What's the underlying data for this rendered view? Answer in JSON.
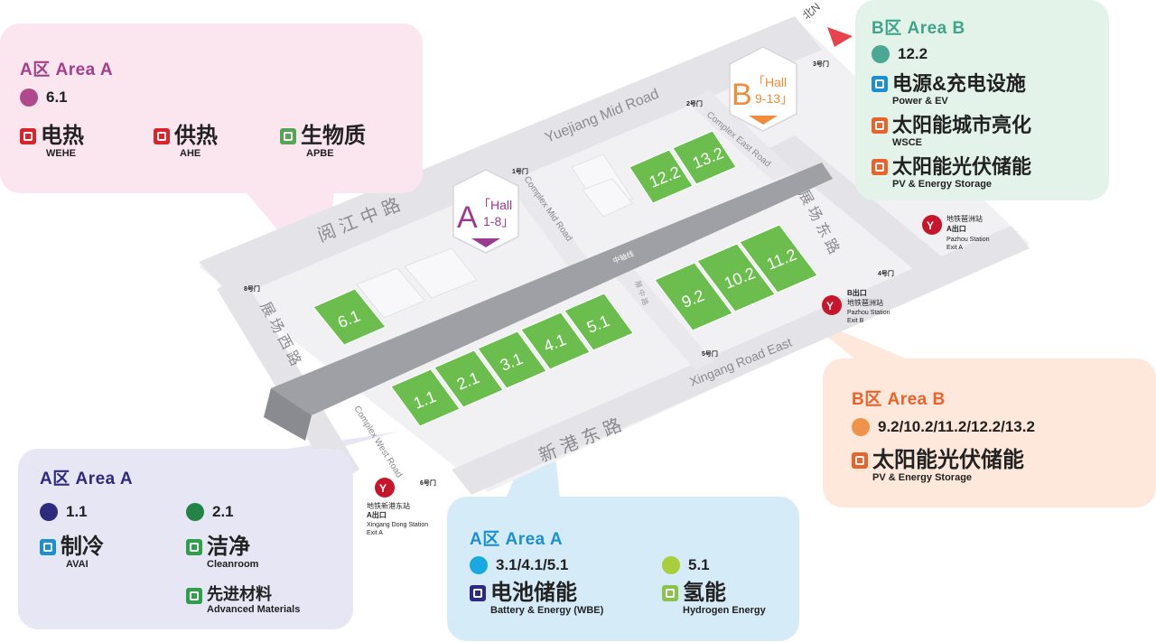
{
  "map": {
    "roads": {
      "yuejiang_cn": "阅 江 中 路",
      "yuejiang_en": "Yuejiang Mid Road",
      "xingang_cn": "新 港 东 路",
      "xingang_en": "Xingang Road East",
      "west_cn": "展 场 西 路",
      "east_cn": "展 场 东 路",
      "complex_mid": "Complex Mid Road",
      "complex_east": "Complex East Road",
      "complex_west": "Complex West Road",
      "middle_axis": "中轴线",
      "mid_road_cn": "展 中 路"
    },
    "gates": [
      "1号门",
      "2号门",
      "3号门",
      "4号门",
      "5号门",
      "6号门",
      "8号门"
    ],
    "north": "北N",
    "hall_a_badge": {
      "letter": "A",
      "text1": "「Hall",
      "text2": "1-8」"
    },
    "hall_b_badge": {
      "letter": "B",
      "text1": "「Hall",
      "text2": "9-13」"
    },
    "halls": [
      "1.1",
      "2.1",
      "3.1",
      "4.1",
      "5.1",
      "6.1",
      "9.2",
      "10.2",
      "11.2",
      "12.2",
      "13.2"
    ],
    "stations": [
      {
        "cn": "地铁新港东站",
        "exit_cn": "A出口",
        "en1": "Xingang Dong Station",
        "en2": "Exit A"
      },
      {
        "cn": "地铁琶洲站",
        "exit_cn": "A出口",
        "en1": "Pazhou Station",
        "en2": "Exit A"
      },
      {
        "cn": "地铁琶洲站",
        "exit_cn": "B出口",
        "en1": "Pazhou Station",
        "en2": "Exit B"
      }
    ],
    "colors": {
      "hall_green": "#6bbd4d",
      "road_light": "#ececef",
      "metro_red": "#c7162b"
    }
  },
  "cards": {
    "pink": {
      "title": "A区  Area A",
      "hall": "6.1",
      "dot_color": "#b04a8c",
      "cats": [
        {
          "cn": "电热",
          "en": "WEHE",
          "icon": "heater-icon",
          "color": "#d8242b"
        },
        {
          "cn": "供热",
          "en": "AHE",
          "icon": "heat-supply-icon",
          "color": "#d8242b"
        },
        {
          "cn": "生物质",
          "en": "APBE",
          "icon": "biomass-icon",
          "color": "#56a455"
        }
      ]
    },
    "green": {
      "title": "B区  Area B",
      "hall": "12.2",
      "dot_color": "#4aa893",
      "cats": [
        {
          "cn": "电源&充电设施",
          "en": "Power & EV",
          "icon": "charger-icon",
          "color": "#1c8fd1"
        },
        {
          "cn": "太阳能城市亮化",
          "en": "WSCE",
          "icon": "bulb-icon",
          "color": "#e8632b"
        },
        {
          "cn": "太阳能光伏储能",
          "en": "PV & Energy Storage",
          "icon": "solar-panel-icon",
          "color": "#e8632b"
        }
      ]
    },
    "purple": {
      "title": "A区  Area A",
      "hall1": "1.1",
      "dot1_color": "#2e2a80",
      "hall2": "2.1",
      "dot2_color": "#238246",
      "cats": [
        {
          "cn": "制冷",
          "en": "AVAI",
          "icon": "snowflake-icon",
          "color": "#1c8fd1"
        },
        {
          "cn": "洁净",
          "en": "Cleanroom",
          "icon": "clean-icon",
          "color": "#2e9f4b"
        },
        {
          "cn": "先进材料",
          "en": "Advanced Materials",
          "icon": "materials-icon",
          "color": "#2e9f4b"
        }
      ]
    },
    "blue": {
      "title": "A区  Area A",
      "hall1": "3.1/4.1/5.1",
      "dot1_color": "#1aa8e0",
      "hall2": "5.1",
      "dot2_color": "#a8cf3b",
      "cats": [
        {
          "cn": "电池储能",
          "en": "Battery & Energy (WBE)",
          "icon": "battery-icon",
          "color": "#2e2a80"
        },
        {
          "cn": "氢能",
          "en": "Hydrogen Energy",
          "icon": "hydrogen-icon",
          "color": "#8bc34a"
        }
      ]
    },
    "orange": {
      "title": "B区  Area B",
      "hall": "9.2/10.2/11.2/12.2/13.2",
      "dot_color": "#f0934a",
      "cats": [
        {
          "cn": "太阳能光伏储能",
          "en": "PV & Energy Storage",
          "icon": "solar-panel-icon",
          "color": "#e8632b"
        }
      ]
    }
  }
}
